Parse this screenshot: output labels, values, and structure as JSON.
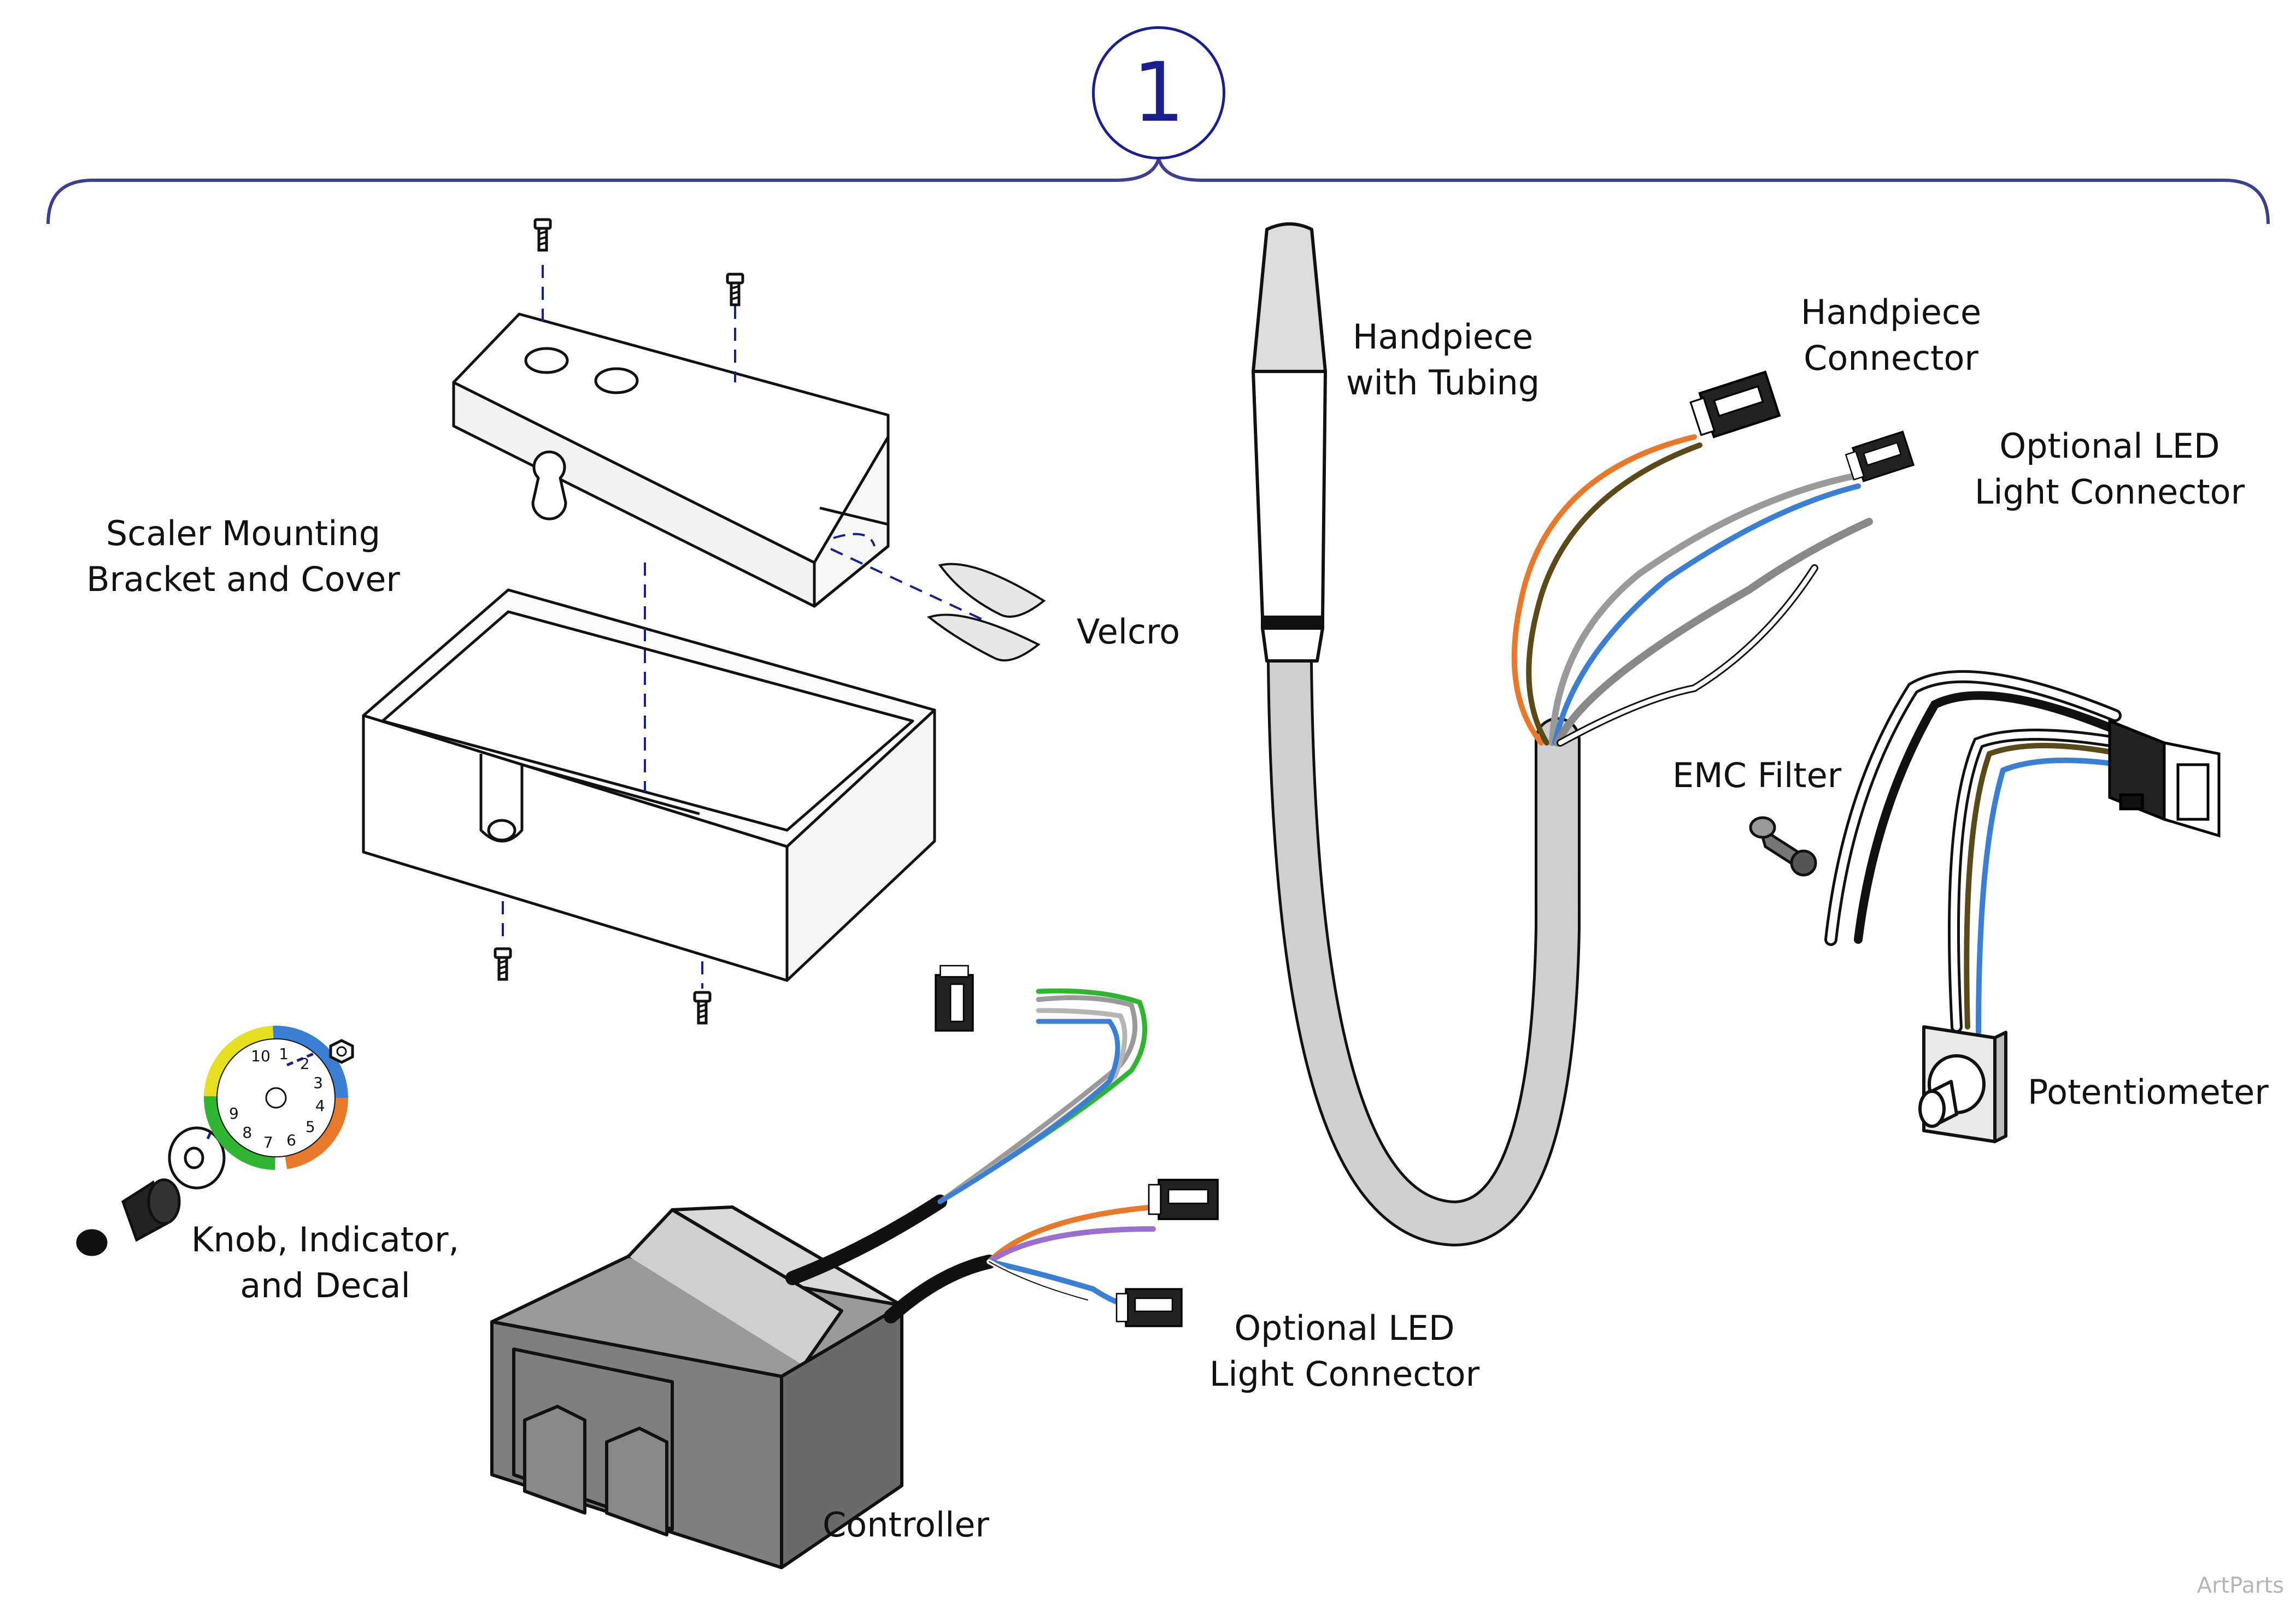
{
  "callout": {
    "number": "1"
  },
  "labels": {
    "bracket_line1": "Scaler Mounting",
    "bracket_line2": "Bracket and Cover",
    "velcro": "Velcro",
    "handpiece_line1": "Handpiece",
    "handpiece_line2": "with Tubing",
    "hp_connector_line1": "Handpiece",
    "hp_connector_line2": "Connector",
    "led_top_line1": "Optional LED",
    "led_top_line2": "Light Connector",
    "emc": "EMC Filter",
    "pot": "Potentiometer",
    "knob_line1": "Knob, Indicator,",
    "knob_line2": "and Decal",
    "led_bottom_line1": "Optional LED",
    "led_bottom_line2": "Light Connector",
    "controller": "Controller"
  },
  "decal_numbers": [
    "10",
    "1",
    "2",
    "3",
    "4",
    "5",
    "6",
    "7",
    "8",
    "9"
  ],
  "credit": "ArtParts",
  "colors": {
    "callout": "#1a1f8f",
    "wire_orange": "#e8782a",
    "wire_brown": "#5a4a1a",
    "wire_blue": "#3b7fd4",
    "wire_green": "#2fb52f",
    "wire_purple": "#9b6fd0",
    "tubing": "#cfcfcf",
    "controller": "#7f7f7f"
  },
  "icons": [
    "screw-icon",
    "nut-icon",
    "connector-icon"
  ]
}
